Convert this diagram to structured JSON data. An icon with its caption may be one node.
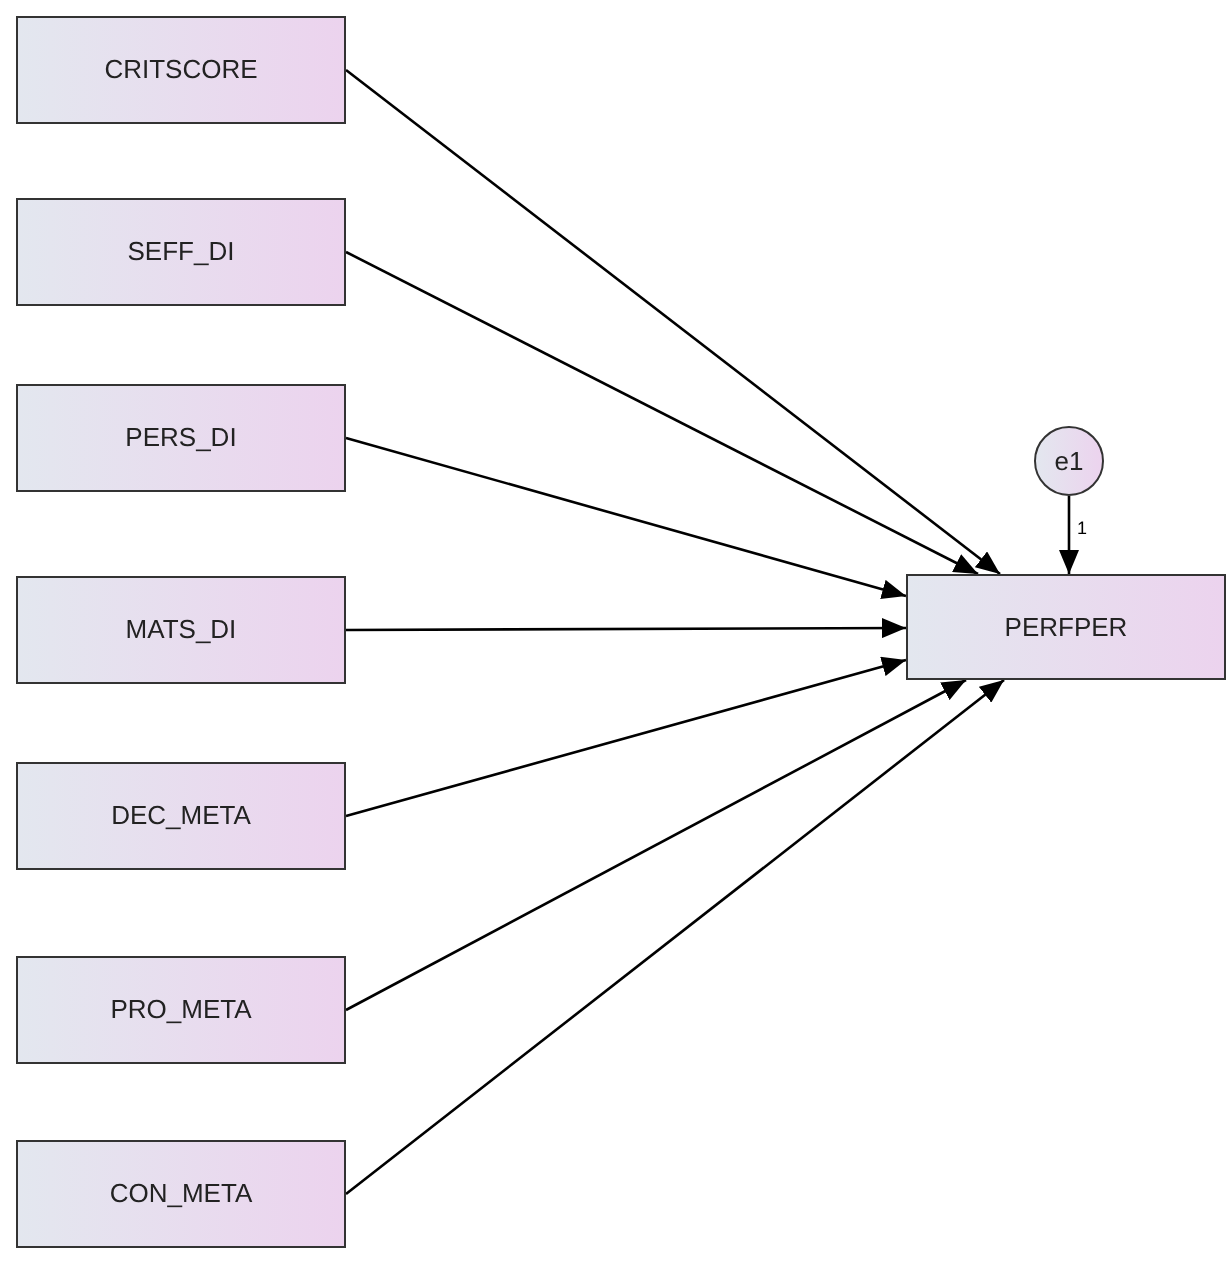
{
  "diagram": {
    "nodes": [
      {
        "text": [
          "CRITSCORE"
        ]
      },
      {
        "text": [
          "SEFF_DI"
        ]
      },
      {
        "text": [
          "PERS_DI"
        ]
      },
      {
        "text": [
          "MATS_DI"
        ]
      },
      {
        "text": [
          "DEC_META"
        ]
      },
      {
        "text": [
          "PRO_META"
        ]
      },
      {
        "text": [
          "CON_META"
        ]
      },
      {
        "text": [
          "PERFPER"
        ]
      },
      {
        "text": [
          "e1"
        ]
      }
    ],
    "edges": [
      {
        "from": 0,
        "to": 7,
        "arrow": "to"
      },
      {
        "from": 1,
        "to": 7,
        "arrow": "to"
      },
      {
        "from": 2,
        "to": 7,
        "arrow": "to"
      },
      {
        "from": 3,
        "to": 7,
        "arrow": "to"
      },
      {
        "from": 4,
        "to": 7,
        "arrow": "to"
      },
      {
        "from": 5,
        "to": 7,
        "arrow": "to"
      },
      {
        "from": 6,
        "to": 7,
        "arrow": "to"
      },
      {
        "from": 8,
        "to": 7,
        "arrow": "to",
        "label": "1"
      }
    ]
  }
}
